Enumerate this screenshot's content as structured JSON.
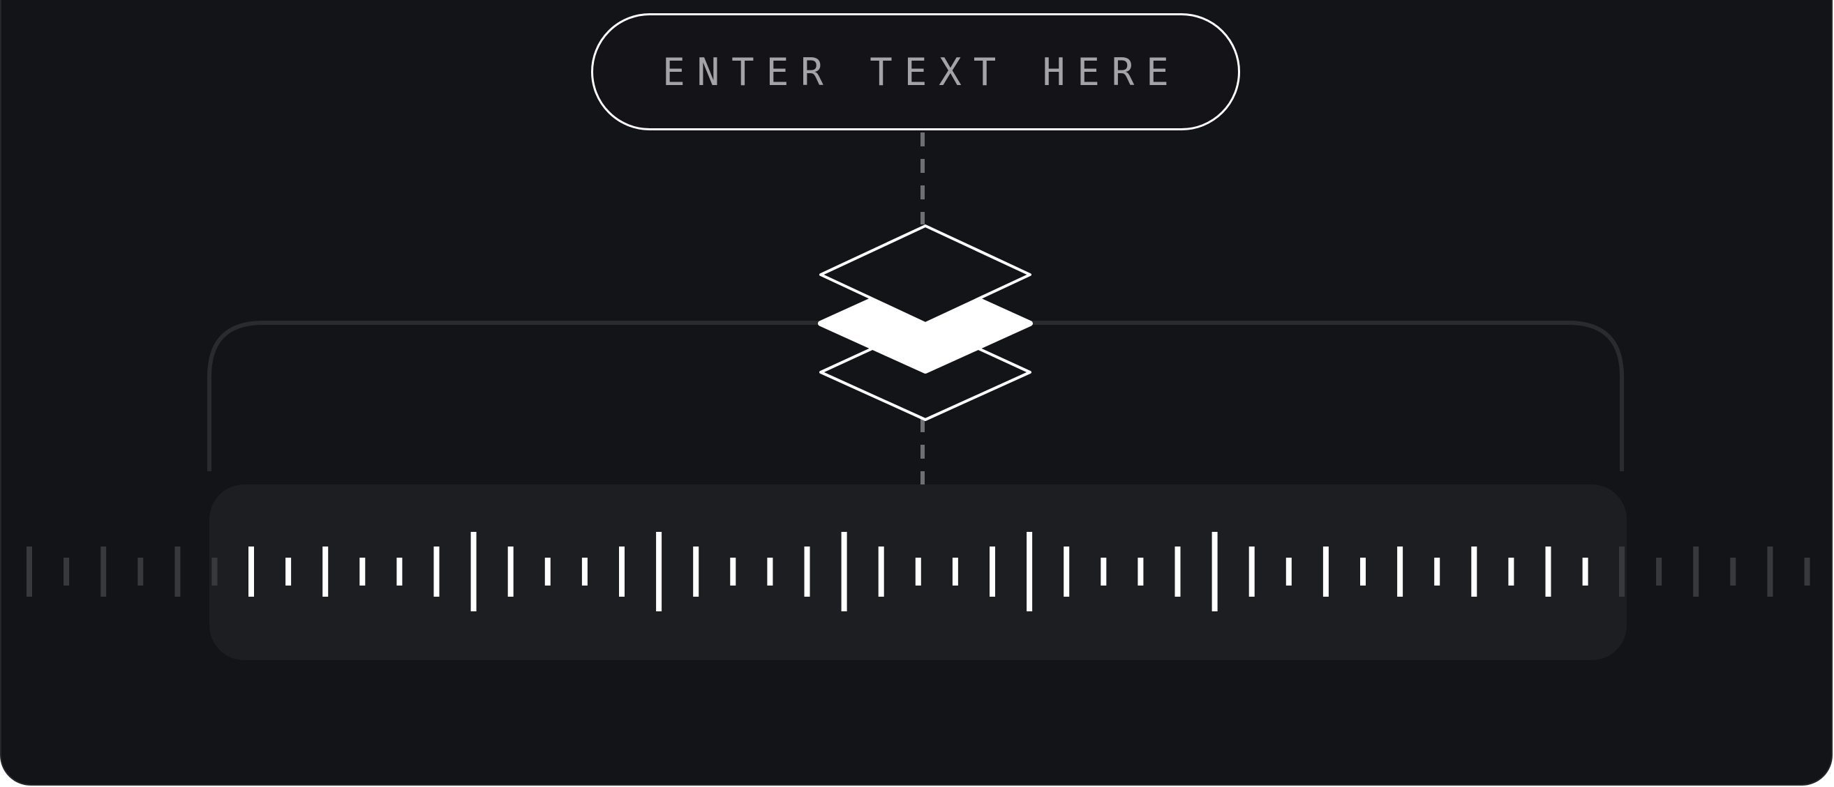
{
  "input": {
    "placeholder": "ENTER TEXT HERE",
    "value": ""
  },
  "icons": {
    "center": "layers-icon"
  },
  "timeline": {
    "tick_levels_outer_left": [
      2,
      1,
      2,
      1,
      2,
      1
    ],
    "tick_levels_inner": [
      2,
      1,
      2,
      1,
      1,
      2,
      3,
      2,
      1,
      1,
      2,
      3,
      2,
      1,
      1,
      2,
      3,
      2,
      1,
      1,
      2,
      3,
      2,
      1,
      1,
      2,
      3,
      2,
      1,
      2,
      1,
      2,
      1,
      2,
      1,
      2,
      1
    ],
    "tick_levels_outer_right": [
      2,
      1,
      2,
      1,
      2,
      1
    ]
  },
  "colors": {
    "background": "#131418",
    "panel": "#1d1e22",
    "accent": "#ffffff",
    "muted_tick": "#38393d",
    "bracket": "#2a2b2f",
    "placeholder_text": "#a3a3a8",
    "connector": "#6e6f74"
  }
}
